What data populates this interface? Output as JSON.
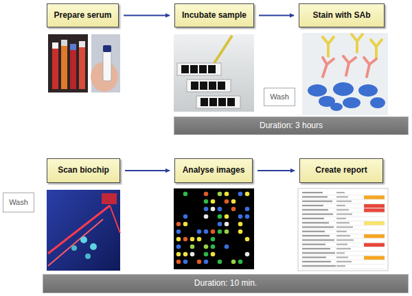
{
  "diagram": {
    "nodes": [
      {
        "text": [
          "Prepare serum"
        ]
      },
      {
        "text": [
          "Incubate sample"
        ]
      },
      {
        "text": [
          "Stain with SAb"
        ]
      },
      {
        "text": [
          "Wash"
        ]
      },
      {
        "text": [
          "Duration: 3 hours"
        ]
      },
      {
        "text": [
          "Wash"
        ]
      },
      {
        "text": [
          "Scan biochip"
        ]
      },
      {
        "text": [
          "Analyse images"
        ]
      },
      {
        "text": [
          "Create report"
        ]
      },
      {
        "text": [
          "Duration: 10 min."
        ]
      }
    ],
    "edges": [
      {
        "from": 0,
        "to": 1,
        "arrow": "to"
      },
      {
        "from": 1,
        "to": 2,
        "arrow": "to"
      },
      {
        "from": 6,
        "to": 7,
        "arrow": "to"
      },
      {
        "from": 7,
        "to": 8,
        "arrow": "to"
      }
    ]
  }
}
